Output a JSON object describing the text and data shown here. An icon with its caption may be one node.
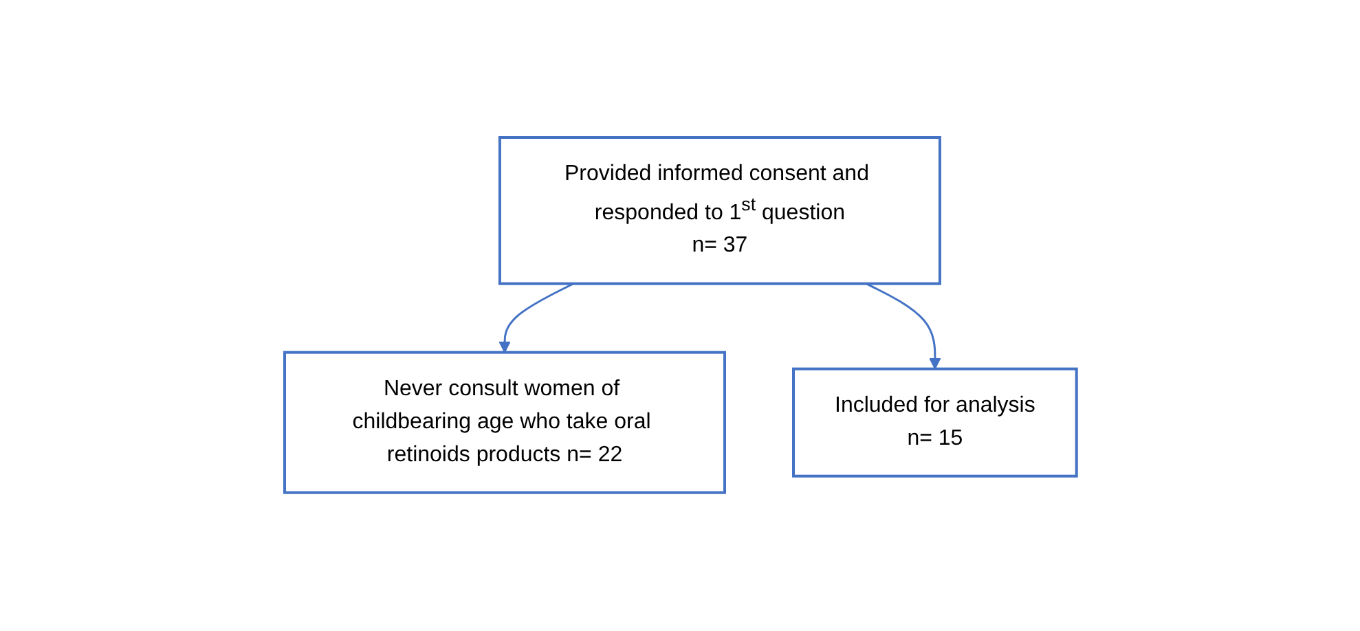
{
  "diagram": {
    "nodes": [
      {
        "text": [
          "Provided informed consent and responded to 1$^{st}$ question",
          "n= 37"
        ]
      },
      {
        "text": [
          "Never consult women of childbearing age who take oral retinoids products n= 22"
        ]
      },
      {
        "text": [
          "Included for analysis",
          "n= 15"
        ]
      }
    ],
    "edges": [
      {
        "from": 0,
        "to": 1,
        "arrow": "to"
      },
      {
        "from": 0,
        "to": 2,
        "arrow": "to"
      }
    ]
  }
}
